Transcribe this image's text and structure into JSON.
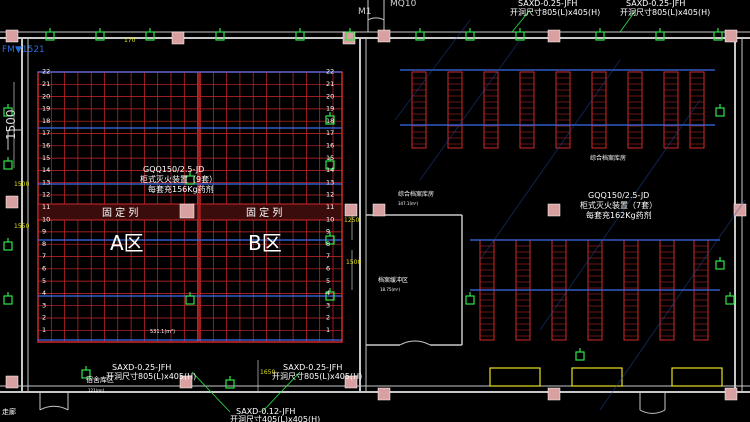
{
  "labels": {
    "top_left_code": "FM▼1521",
    "top_mid_code": "MQ10",
    "top_m1": "M1",
    "left_dim": "1500",
    "left_dim_small": "1500",
    "left_dim_small2": "1550",
    "dim_1250": "1250",
    "dim_1500_mid": "1500",
    "dim_1650": "1650",
    "dim_170": "170",
    "left_device_code": "GQQ150/2.5-JD",
    "left_device_name": "柜式灭火装置（9套）",
    "left_device_fill": "每套充156Kg药剂",
    "fixed_col_a": "固 定 列",
    "fixed_col_b": "固 定 列",
    "zone_a": "A区",
    "zone_b": "B区",
    "left_bottom_note": "531.1(m²)",
    "right_device_code": "GQQ150/2.5-JD",
    "right_device_name": "柜式灭火装置（7套）",
    "right_device_fill": "每套充162Kg药剂",
    "room_upper_right": "综合档案库房",
    "room_mid": "综合档案库房",
    "room_mid_area": "347.1(m²)",
    "room_left_corridor": "档案缓冲区",
    "room_left_corridor_area": "18.75(m²)",
    "vent_top_1": "SAXD-0.25-JFH",
    "vent_top_1_size": "开洞尺寸805(L)x405(H)",
    "vent_top_2": "SAXD-0.25-JFH",
    "vent_top_2_size": "开洞尺寸805(L)x405(H)",
    "vent_bl_1": "SAXD-0.25-JFH",
    "vent_bl_1_size": "开洞尺寸805(L)x405(H)",
    "vent_bl_2": "SAXD-0.25-JFH",
    "vent_bl_2_size": "开洞尺寸805(L)x405(H)",
    "vent_bottom": "SAXD-0.12-JFH",
    "vent_bottom_size": "开洞尺寸405(L)x405(H)",
    "bottom_left_room": "宿舍库区",
    "bottom_left_area": "121(m²)",
    "bottom_left_corner": "走廊",
    "row_numbers_left": [
      "1",
      "2",
      "3",
      "4",
      "5",
      "6",
      "7",
      "8",
      "9",
      "10",
      "11",
      "12",
      "13",
      "14",
      "15",
      "16",
      "17",
      "18",
      "19",
      "20",
      "21",
      "22"
    ],
    "row_numbers_right": [
      "1",
      "2",
      "3",
      "4",
      "5",
      "6",
      "7",
      "8",
      "9",
      "10",
      "11",
      "12",
      "13",
      "14",
      "15",
      "16",
      "17",
      "18",
      "19",
      "20",
      "21",
      "22"
    ]
  },
  "colors": {
    "background": "#000000",
    "wall": "#c8c8c8",
    "rack": "#d2282a",
    "pipe": "#3c6cf0",
    "device": "#d8a0a0",
    "sensor": "#2ee64a",
    "text": "#ffffff",
    "dim": "#f0f020",
    "label_green": "#44e060",
    "watermark": "#2a6ad8"
  }
}
